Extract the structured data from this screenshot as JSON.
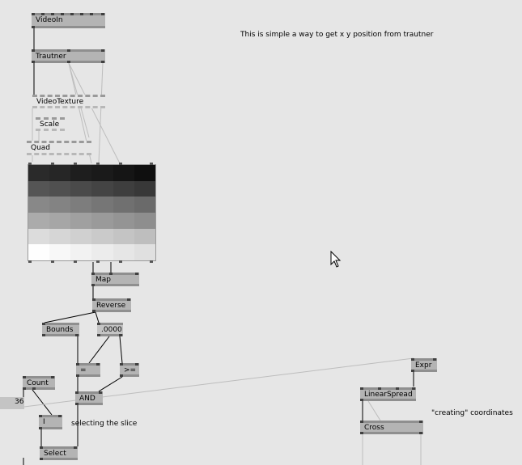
{
  "comments": {
    "title": "This is simple a way to get x y position from trautner",
    "selecting": "selecting the slice",
    "creating": "\"creating\" coordinates"
  },
  "nodes": {
    "videoin": "VideoIn",
    "trautner": "Trautner",
    "videotexture": "VideoTexture",
    "scale": "Scale",
    "quad": "Quad",
    "map": "Map",
    "reverse": "Reverse",
    "bounds": "Bounds",
    "value": ".0000",
    "equals": "=",
    "gte": ">=",
    "and": "AND",
    "count": "Count",
    "count_value": "36",
    "i": "I",
    "select": "Select",
    "expr": "Expr",
    "linearspread": "LinearSpread",
    "cross": "Cross"
  },
  "renderer": {
    "rows": [
      [
        "#2a2a2a",
        "#262626",
        "#1e1e1e",
        "#1a1a1a",
        "#151515",
        "#0f0f0f"
      ],
      [
        "#555555",
        "#505050",
        "#4a4a4a",
        "#444444",
        "#3e3e3e",
        "#383838"
      ],
      [
        "#888888",
        "#838383",
        "#7d7d7d",
        "#767676",
        "#707070",
        "#6a6a6a"
      ],
      [
        "#ababab",
        "#a6a6a6",
        "#a0a0a0",
        "#9a9a9a",
        "#949494",
        "#8e8e8e"
      ],
      [
        "#dcdcdc",
        "#d6d6d6",
        "#d0d0d0",
        "#cacaca",
        "#c4c4c4",
        "#bebebe"
      ],
      [
        "#fefefe",
        "#f8f8f8",
        "#f2f2f2",
        "#ececec",
        "#e6e6e6",
        "#e0e0e0"
      ]
    ]
  },
  "colors": {
    "background": "#e6e6e6",
    "node": "#b4b4b4",
    "pin": "#404040",
    "wire": "#000000",
    "faint_wire": "#bdbdbd"
  }
}
